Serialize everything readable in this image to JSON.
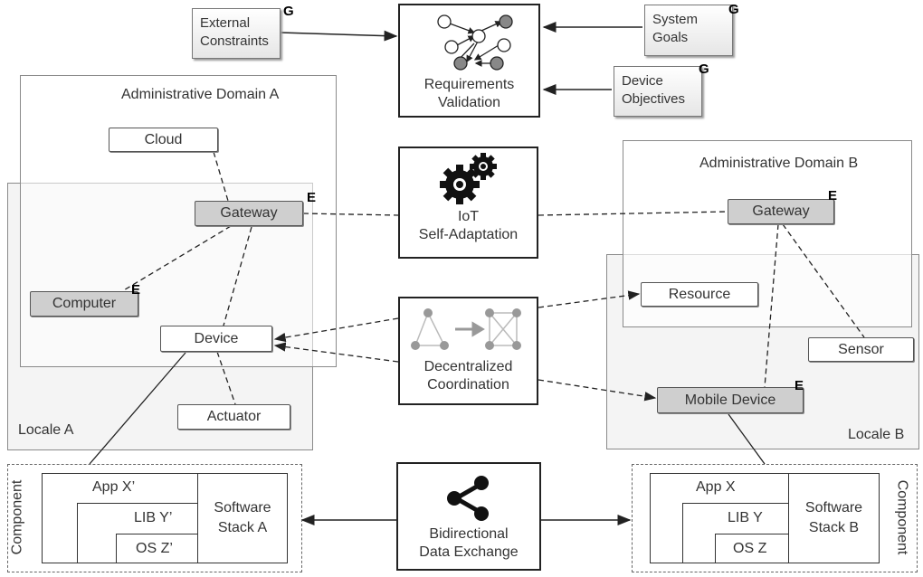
{
  "requirements": {
    "title_line1": "Requirements",
    "title_line2": "Validation",
    "inputs": [
      {
        "line1": "External",
        "line2": "Constraints",
        "badge": "G"
      },
      {
        "line1": "System",
        "line2": "Goals",
        "badge": "G"
      },
      {
        "line1": "Device",
        "line2": "Objectives",
        "badge": "G"
      }
    ]
  },
  "self_adaptation": {
    "line1": "IoT",
    "line2": "Self-Adaptation"
  },
  "coordination": {
    "line1": "Decentralized",
    "line2": "Coordination"
  },
  "data_exchange": {
    "line1": "Bidirectional",
    "line2": "Data Exchange"
  },
  "domain_a": {
    "admin_label": "Administrative Domain A",
    "locale_label": "Locale A",
    "cloud": "Cloud",
    "gateway": "Gateway",
    "gateway_badge": "E",
    "computer": "Computer",
    "computer_badge": "E",
    "device": "Device",
    "actuator": "Actuator"
  },
  "domain_b": {
    "admin_label": "Administrative Domain B",
    "locale_label": "Locale B",
    "gateway": "Gateway",
    "gateway_badge": "E",
    "resource": "Resource",
    "sensor": "Sensor",
    "mobile": "Mobile Device",
    "mobile_badge": "E"
  },
  "stack_a": {
    "component_label": "Component",
    "app": "App X’",
    "lib": "LIB Y’",
    "os": "OS Z’",
    "software_line1": "Software",
    "software_line2": "Stack A"
  },
  "stack_b": {
    "component_label": "Component",
    "app": "App X",
    "lib": "LIB Y",
    "os": "OS Z",
    "software_line1": "Software",
    "software_line2": "Stack B"
  }
}
